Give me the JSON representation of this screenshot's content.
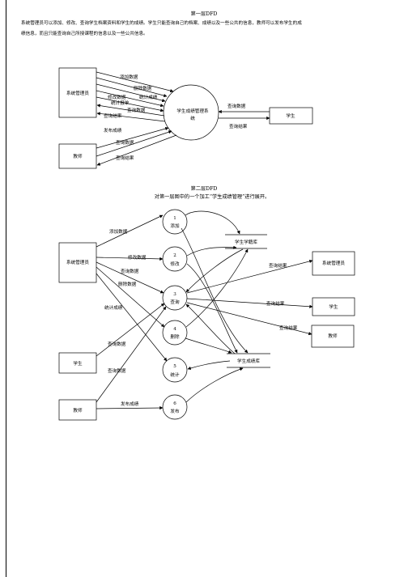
{
  "level1": {
    "title": "第一层DFD",
    "para_line1": "系统管理员可以添加、修改、查询学生档案资料和学生的成绩。学生只能查询自己的档案、成绩以及一些公共的信息，教师可以发布学生的成",
    "para_line2": "绩信息，而且只能查询自己所授课程的信息以及一些公共信息。",
    "entities": {
      "admin": "系统管理员",
      "teacher": "教师",
      "student": "学生"
    },
    "process": {
      "line1": "学生成绩管理系",
      "line2": "统"
    },
    "flows": {
      "add": "添加数据",
      "delete": "删除数据",
      "modify": "修改数据",
      "stats": "统计成绩",
      "stats_report": "统计报单",
      "query_data": "查询数据",
      "query_result": "查询结果",
      "publish": "发布成绩",
      "t_query_data": "查询数据",
      "t_query_result": "查询结果",
      "s_query_data": "查询数据",
      "s_query_result": "查询结果"
    }
  },
  "level2": {
    "title": "第二层DFD",
    "subtitle": "对第一层图中的一个加工“学生成绩管理”进行展开。",
    "entities": {
      "admin_left": "系统管理员",
      "student_left": "学生",
      "teacher_left": "教师",
      "admin_right": "系统管理员",
      "student_right": "学生",
      "teacher_right": "教师"
    },
    "processes": [
      {
        "num": "1",
        "label": "添加"
      },
      {
        "num": "2",
        "label": "修改"
      },
      {
        "num": "3",
        "label": "查询"
      },
      {
        "num": "4",
        "label": "删除"
      },
      {
        "num": "5",
        "label": "统计"
      },
      {
        "num": "6",
        "label": "发布"
      }
    ],
    "stores": {
      "archive": "学生学籍库",
      "grades": "学生成绩库"
    },
    "flows": {
      "add": "添加数据",
      "modify": "修改数据",
      "query": "查询数据",
      "delete": "删除数据",
      "stats": "统计成绩",
      "s_query": "查询数据",
      "t_query": "查询数据",
      "publish": "发布成绩",
      "r_admin": "查询结果",
      "r_student": "查询结果",
      "r_teacher": "查询结果"
    }
  }
}
